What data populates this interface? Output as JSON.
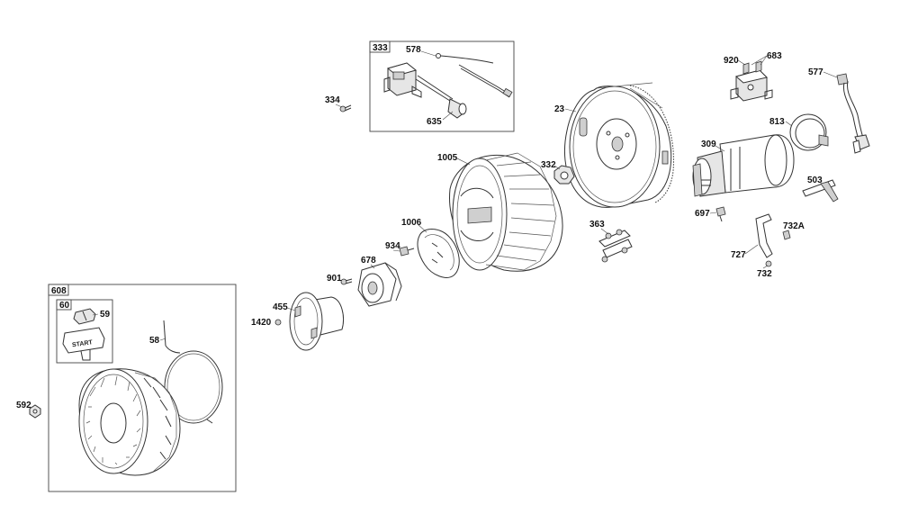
{
  "diagram": {
    "labels": {
      "l333": "333",
      "l578": "578",
      "l635": "635",
      "l334": "334",
      "l23": "23",
      "l920": "920",
      "l683": "683",
      "l577": "577",
      "l813": "813",
      "l309": "309",
      "l503": "503",
      "l697": "697",
      "l732A": "732A",
      "l727": "727",
      "l732": "732",
      "l1005": "1005",
      "l332": "332",
      "l1006": "1006",
      "l363": "363",
      "l934": "934",
      "l678": "678",
      "l901": "901",
      "l455": "455",
      "l1420": "1420",
      "l608": "608",
      "l60": "60",
      "l59": "59",
      "l58": "58",
      "l592": "592"
    },
    "start_text": "START"
  }
}
